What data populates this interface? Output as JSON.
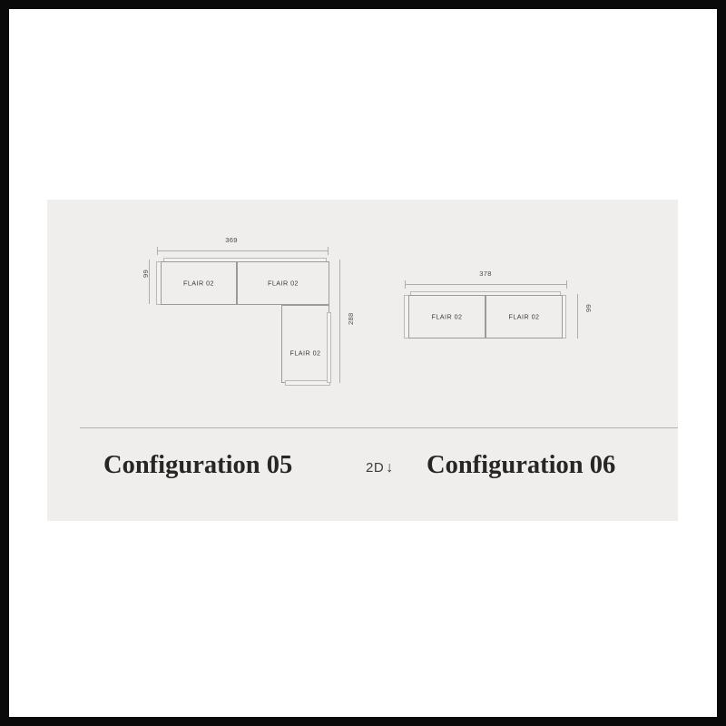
{
  "page": {
    "background_color": "#ffffff",
    "border_color": "#0a0a0a",
    "panel_color": "#efeeec"
  },
  "divider": {
    "color": "#b0b3b6"
  },
  "mode_toggle": {
    "label": "2D",
    "arrow": "↓"
  },
  "configurations": [
    {
      "id": "configuration-05",
      "title": "Configuration 05",
      "shape": "L-shaped",
      "dimensions": {
        "width": "369",
        "depth": "99",
        "height": "288"
      },
      "modules": [
        {
          "label": "FLAIR 02",
          "position": "top-left"
        },
        {
          "label": "FLAIR 02",
          "position": "top-right"
        },
        {
          "label": "FLAIR 02",
          "position": "vertical-right"
        }
      ]
    },
    {
      "id": "configuration-06",
      "title": "Configuration 06",
      "shape": "straight",
      "dimensions": {
        "width": "378",
        "depth": "99"
      },
      "modules": [
        {
          "label": "FLAIR 02",
          "position": "left"
        },
        {
          "label": "FLAIR 02",
          "position": "right"
        }
      ]
    }
  ]
}
